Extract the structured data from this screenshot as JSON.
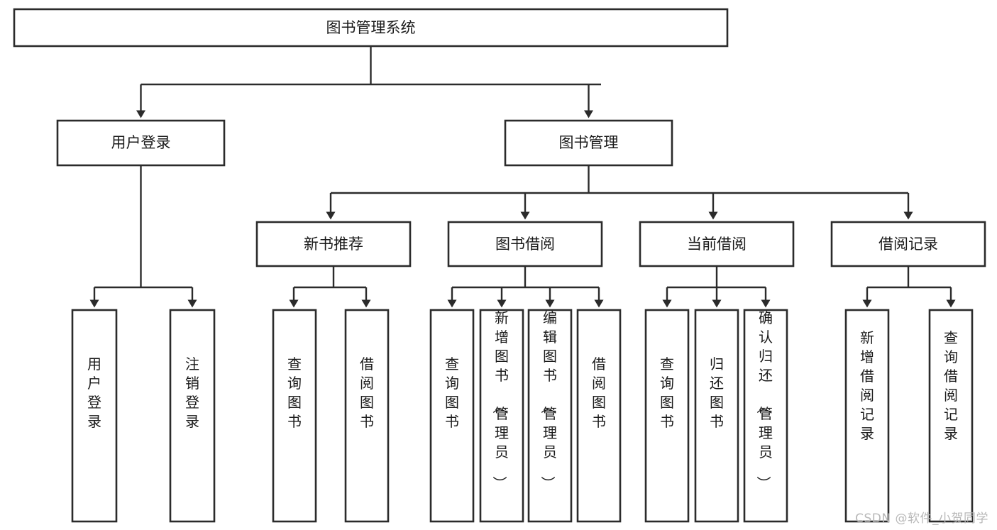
{
  "diagram": {
    "title": "图书管理系统",
    "type": "tree-hierarchy",
    "orientation": "top-down",
    "arrow_style": "solid-filled-triangle",
    "colors": {
      "box_fill": "#ffffff",
      "box_stroke": "#2b2b2b",
      "connector": "#2b2b2b",
      "text": "#1a1a1a",
      "watermark": "#b8b8b8",
      "canvas": "#ffffff"
    },
    "root": {
      "id": "root",
      "label": "图书管理系统"
    },
    "level1": [
      {
        "id": "user-login",
        "label": "用户登录"
      },
      {
        "id": "book-manage",
        "label": "图书管理"
      }
    ],
    "level2": [
      {
        "id": "new-book-rec",
        "label": "新书推荐",
        "parent": "book-manage"
      },
      {
        "id": "book-borrow",
        "label": "图书借阅",
        "parent": "book-manage"
      },
      {
        "id": "current-borrow",
        "label": "当前借阅",
        "parent": "book-manage"
      },
      {
        "id": "borrow-record",
        "label": "借阅记录",
        "parent": "book-manage"
      }
    ],
    "leaves": [
      {
        "id": "leaf-user-login",
        "label": "用户登录",
        "parent": "user-login"
      },
      {
        "id": "leaf-logout",
        "label": "注销登录",
        "parent": "user-login"
      },
      {
        "id": "leaf-query-book-1",
        "label": "查询图书",
        "parent": "new-book-rec"
      },
      {
        "id": "leaf-borrow-book-1",
        "label": "借阅图书",
        "parent": "new-book-rec"
      },
      {
        "id": "leaf-query-book-2",
        "label": "查询图书",
        "parent": "book-borrow"
      },
      {
        "id": "leaf-add-book",
        "label": "新增图书（管理员）",
        "parent": "book-borrow"
      },
      {
        "id": "leaf-edit-book",
        "label": "编辑图书（管理员）",
        "parent": "book-borrow"
      },
      {
        "id": "leaf-borrow-book-2",
        "label": "借阅图书",
        "parent": "book-borrow"
      },
      {
        "id": "leaf-query-book-3",
        "label": "查询图书",
        "parent": "current-borrow"
      },
      {
        "id": "leaf-return-book",
        "label": "归还图书",
        "parent": "current-borrow"
      },
      {
        "id": "leaf-confirm-return",
        "label": "确认归还（管理员）",
        "parent": "current-borrow"
      },
      {
        "id": "leaf-add-record",
        "label": "新增借阅记录",
        "parent": "borrow-record"
      },
      {
        "id": "leaf-query-record",
        "label": "查询借阅记录",
        "parent": "borrow-record"
      }
    ]
  },
  "watermark": {
    "text": "CSDN @软件_小贺同学"
  }
}
